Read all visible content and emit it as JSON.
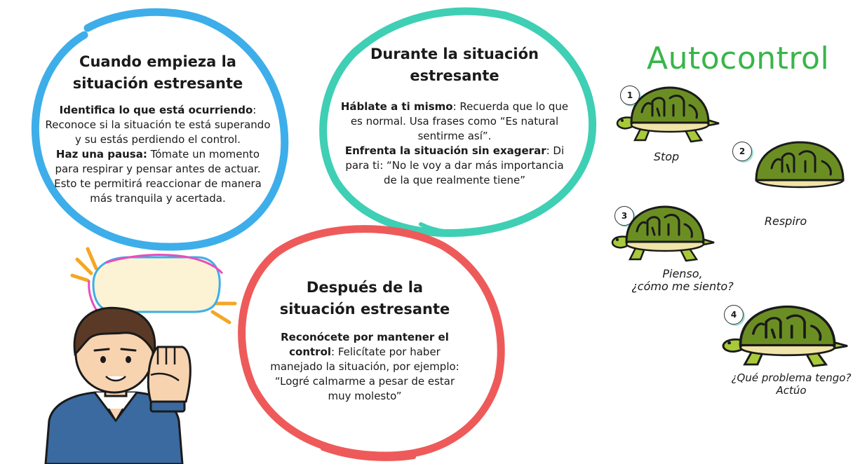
{
  "bubble1": {
    "title_line1": "Cuando empieza la",
    "title_line2": "situación estresante",
    "b1": "Identifica lo que está ocurriendo",
    "t1a": ":",
    "t1b": "Reconoce si la situación te está superando",
    "t1c": "y su estás perdiendo el control.",
    "b2": "Haz una pausa:",
    "t2a": " Tómate un momento",
    "t2b": "para respirar y pensar antes de actuar.",
    "t2c": "Esto te permitirá reaccionar de manera",
    "t2d": "más tranquila y acertada.",
    "color": "#3daee9"
  },
  "bubble2": {
    "title_line1": "Durante la situación",
    "title_line2": "estresante",
    "b1": "Háblate a ti mismo",
    "t1a": ": Recuerda que lo que",
    "t1b": "es normal. Usa frases como “Es natural",
    "t1c": "sentirme así”.",
    "b2": "Enfrenta la situación sin exagerar",
    "t2a": ": Di",
    "t2b": "para ti: “No le voy a dar más importancia",
    "t2c": "de la que realmente tiene”",
    "color": "#3fcfb4"
  },
  "bubble3": {
    "title_line1": "Después de la",
    "title_line2": "situación estresante",
    "b1a": "Reconócete por mantener el",
    "b1b": "control",
    "t1a": ": Felicítate por haber",
    "t1b": "manejado la situación, por ejemplo:",
    "t1c": "“Logré calmarme a pesar de estar",
    "t1d": "muy molesto”",
    "color": "#ee5a5a"
  },
  "autocontrol": {
    "title": "Autocontrol",
    "title_color": "#39b54a",
    "steps": [
      {
        "number": "1",
        "caption": "Stop"
      },
      {
        "number": "2",
        "caption": "Respiro"
      },
      {
        "number": "3",
        "caption_line1": "Pienso,",
        "caption_line2": "¿cómo me siento?"
      },
      {
        "number": "4",
        "caption_line1": "¿Qué problema tengo?",
        "caption_line2": "Actúo"
      }
    ]
  },
  "colors": {
    "turtle_shell": "#6b8e23",
    "turtle_skin": "#a8c93a",
    "turtle_outline": "#1a1a1a",
    "speech_bubble_fill": "#fbf3d3",
    "fist_fill": "#f7d3b0",
    "shirt": "#3a6aa0",
    "hair": "#5a3a26"
  }
}
